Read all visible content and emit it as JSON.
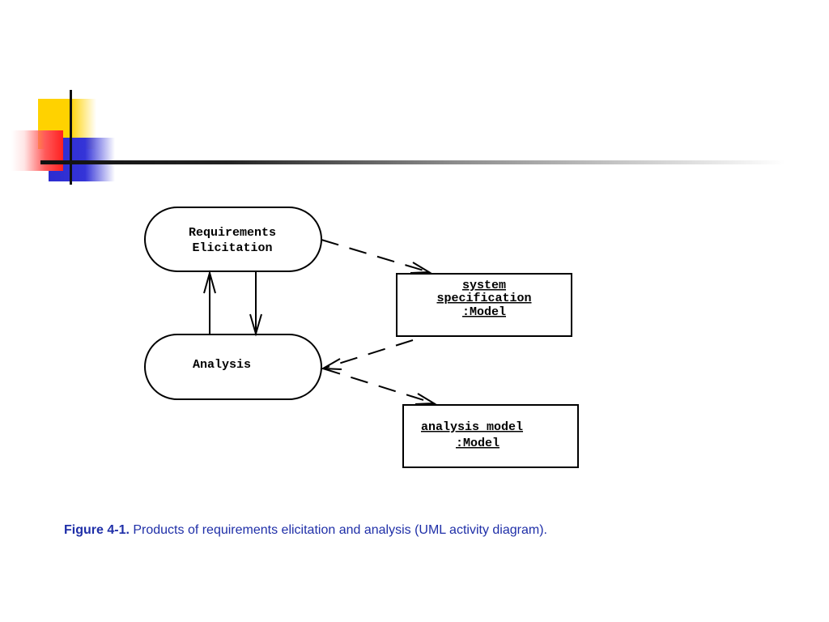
{
  "diagram": {
    "activities": {
      "requirements_elicitation": [
        "Requirements",
        "Elicitation"
      ],
      "analysis": [
        "Analysis"
      ]
    },
    "objects": {
      "system_specification": [
        "system",
        "specification",
        ":Model"
      ],
      "analysis_model": [
        "analysis model",
        ":Model"
      ]
    }
  },
  "caption": {
    "figure_label": "Figure 4-1.",
    "text": " Products of requirements elicitation and analysis (UML activity diagram)."
  }
}
